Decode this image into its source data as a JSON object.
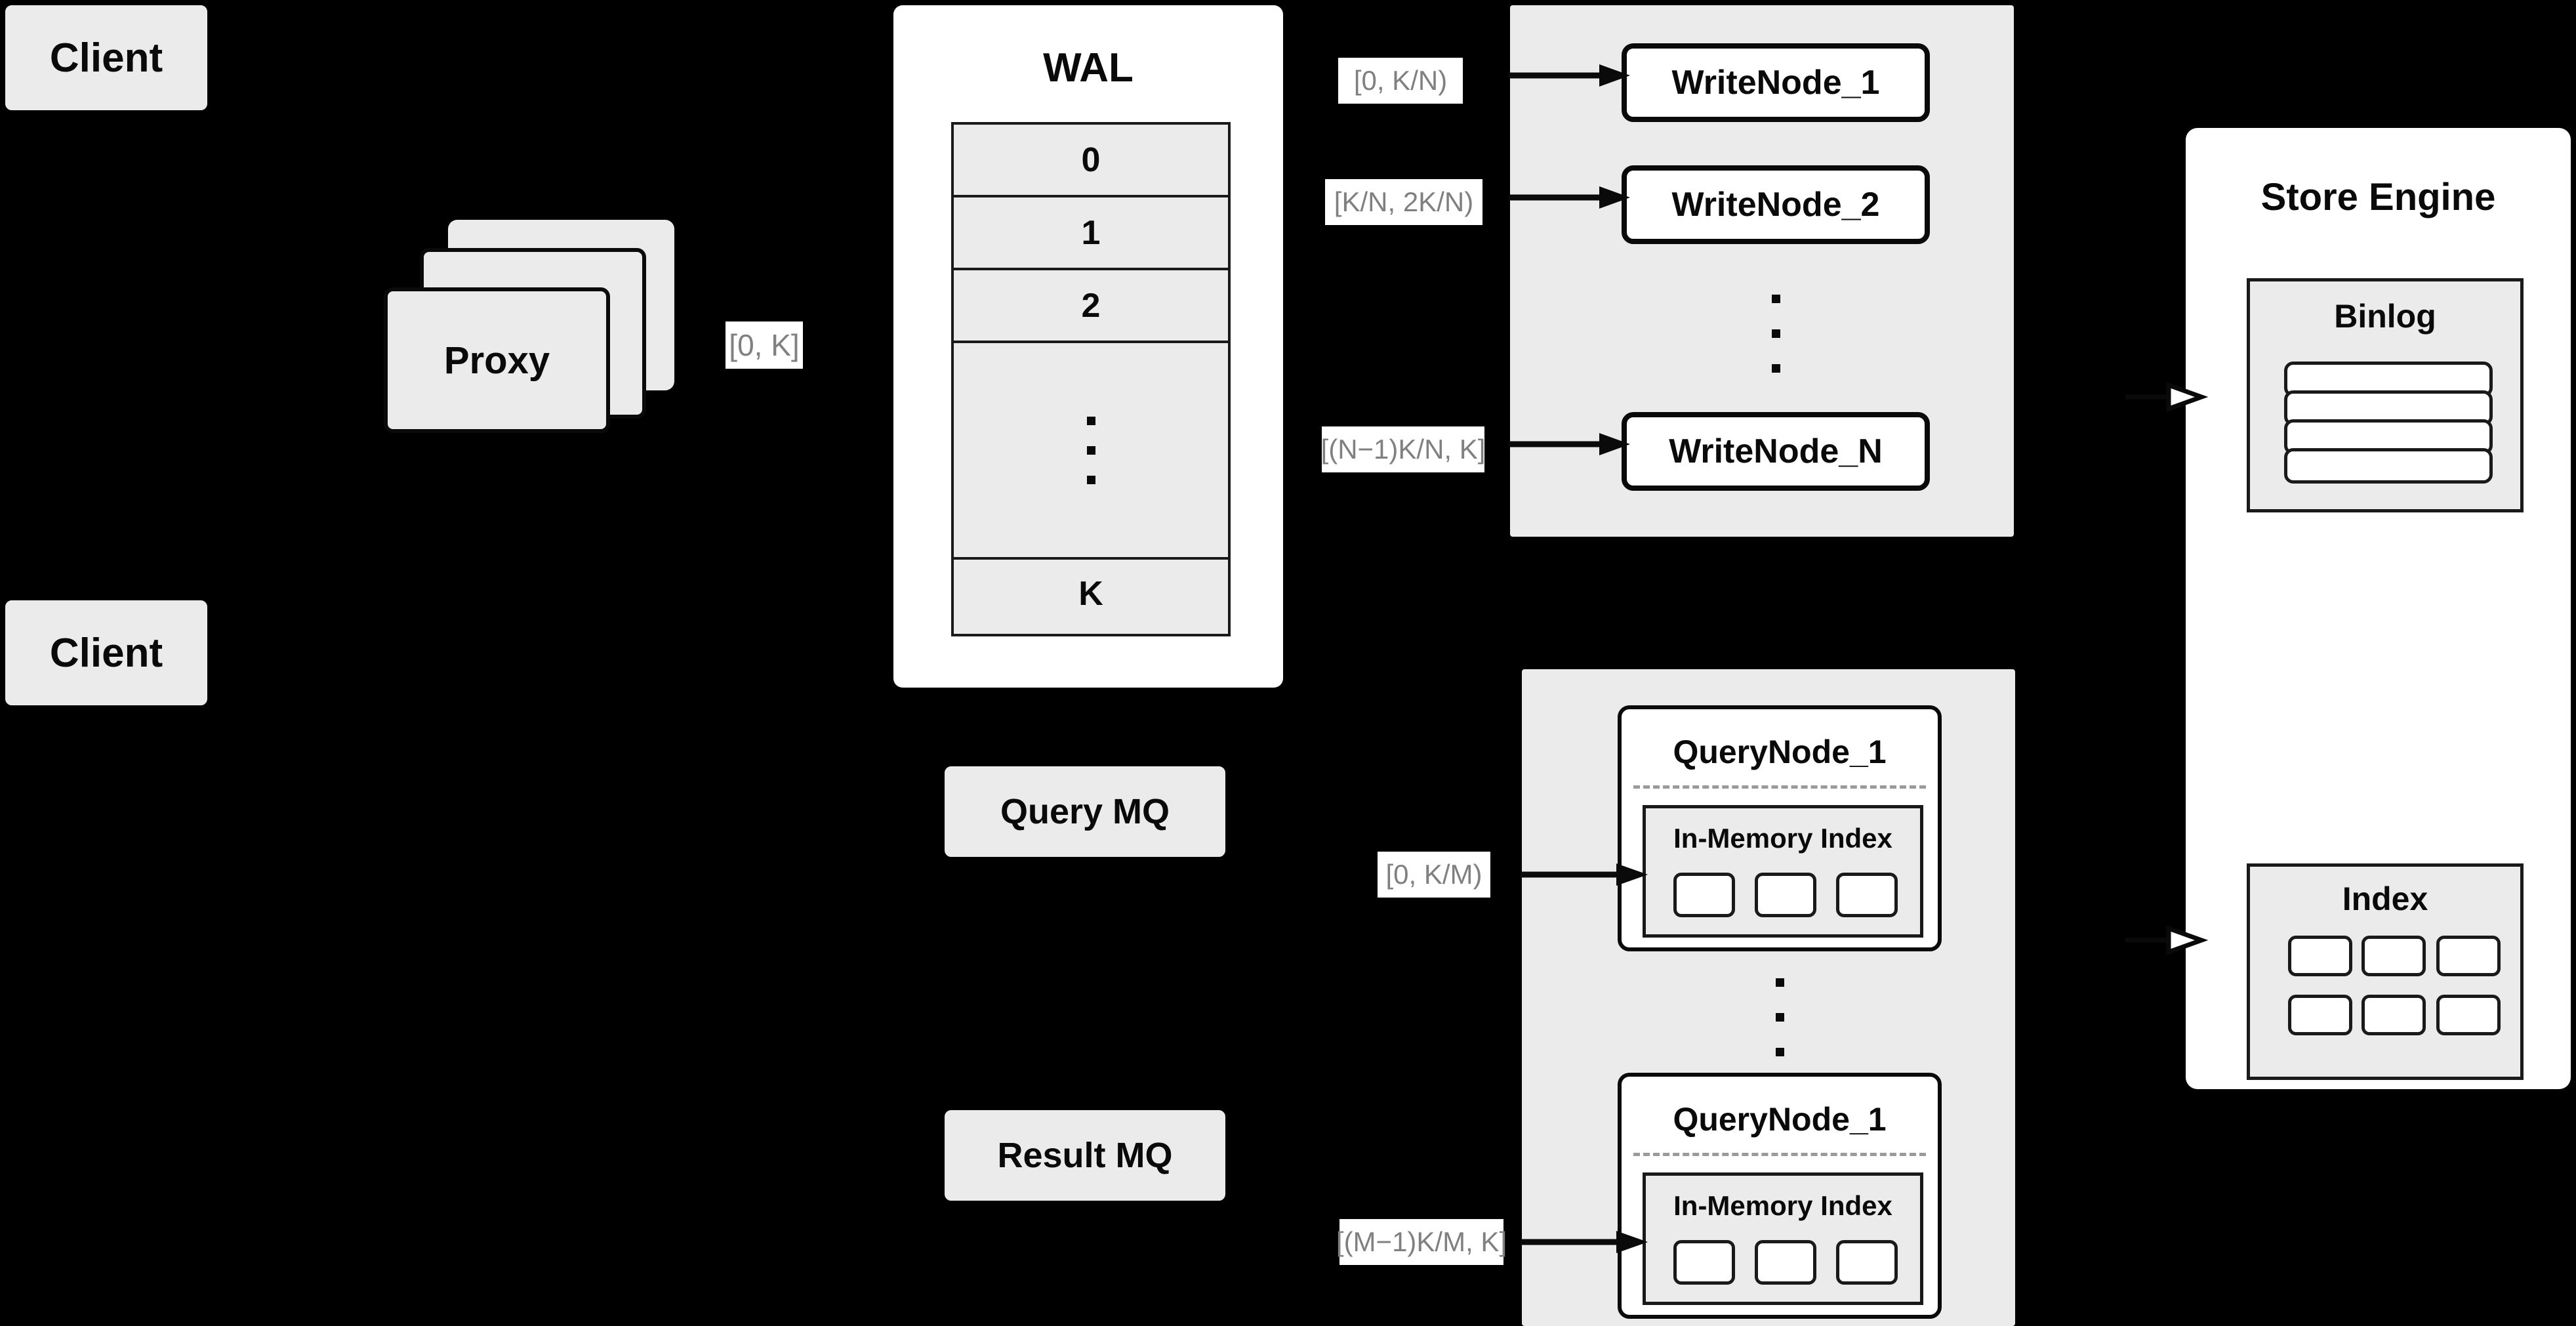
{
  "diagram": {
    "title": "Distributed Vector Database Write/Query Architecture",
    "background_color": "#000000",
    "colors": {
      "box_fill_grey": "#ebebeb",
      "box_fill_white": "#ffffff",
      "stroke": "#0a0a0a",
      "label_text": "#808080",
      "divider_dashed": "#9a9a9a"
    }
  },
  "clients": [
    {
      "label": "Client"
    },
    {
      "label": "Client"
    }
  ],
  "proxy": {
    "label": "Proxy",
    "stack_count": 3,
    "range_label": "[0, K]"
  },
  "wal": {
    "title": "WAL",
    "rows": [
      "0",
      "1",
      "2",
      "ellipsis",
      "K"
    ]
  },
  "message_queues": [
    {
      "label": "Query MQ"
    },
    {
      "label": "Result MQ"
    }
  ],
  "write_nodes": {
    "nodes": [
      {
        "label": "WriteNode_1",
        "range_label": "[0,  K/N)"
      },
      {
        "label": "WriteNode_2",
        "range_label": "[K/N, 2K/N)"
      },
      {
        "label": "WriteNode_N",
        "range_label": "[(N−1)K/N,  K]"
      }
    ],
    "ellipsis_between": true
  },
  "query_nodes": {
    "nodes": [
      {
        "label": "QueryNode_1",
        "range_label": "[0, K/M)",
        "inner": {
          "title": "In-Memory Index",
          "cell_count": 3
        }
      },
      {
        "label": "QueryNode_1",
        "range_label": "[(M−1)K/M, K]",
        "inner": {
          "title": "In-Memory Index",
          "cell_count": 3
        }
      }
    ],
    "ellipsis_between": true
  },
  "store_engine": {
    "title": "Store Engine",
    "binlog": {
      "title": "Binlog",
      "bar_count": 4
    },
    "index": {
      "title": "Index",
      "cell_count": 6,
      "rows": 2,
      "cols": 3
    }
  }
}
